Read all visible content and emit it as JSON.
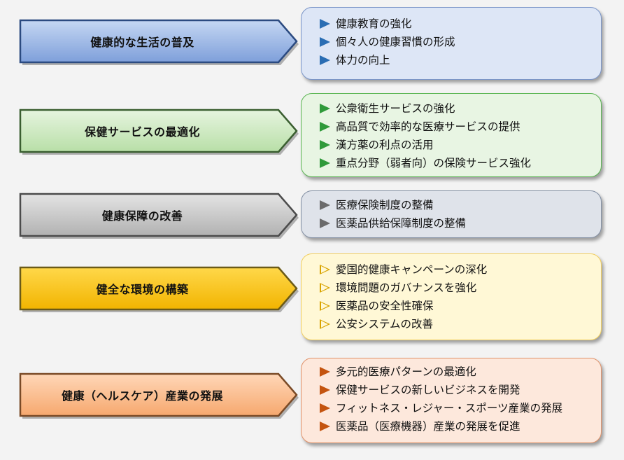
{
  "categories": [
    {
      "label": "健康的な生活の普及",
      "fill_top": "#c5d7f3",
      "fill_bottom": "#7e9fda",
      "stroke": "#2b4a80",
      "box_fill": "#dde6f6",
      "box_border": "#7a95c8",
      "bullet": "#2a6db3",
      "bullet_style": "solid",
      "items": [
        "健康教育の強化",
        "個々人の健康習慣の形成",
        "体力の向上"
      ]
    },
    {
      "label": "保健サービスの最適化",
      "fill_top": "#e6f4df",
      "fill_bottom": "#b8dfa7",
      "stroke": "#3a5e30",
      "box_fill": "#e8f5e3",
      "box_border": "#5ab552",
      "bullet": "#2f9a3a",
      "bullet_style": "solid",
      "items": [
        "公衆衛生サービスの強化",
        "高品質で効率的な医療サービスの提供",
        "漢方薬の利点の活用",
        "重点分野（弱者向）の保険サービス強化"
      ]
    },
    {
      "label": "健康保障の改善",
      "fill_top": "#e4e4e4",
      "fill_bottom": "#b1b1b1",
      "stroke": "#4b4b4b",
      "box_fill": "#dfe3ea",
      "box_border": "#8390a4",
      "bullet": "#6b6b6b",
      "bullet_style": "solid",
      "items": [
        "医療保険制度の整備",
        "医薬品供給保障制度の整備"
      ]
    },
    {
      "label": "健全な環境の構築",
      "fill_top": "#ffd84a",
      "fill_bottom": "#f2b400",
      "stroke": "#6b5a17",
      "box_fill": "#fff8d6",
      "box_border": "#f2cf60",
      "bullet": "#d9a400",
      "bullet_style": "hollow",
      "items": [
        "愛国的健康キャンペーンの深化",
        "環境問題のガバナンスを強化",
        "医薬品の安全性確保",
        "公安システムの改善"
      ]
    },
    {
      "label": "健康（ヘルスケア）産業の発展",
      "fill_top": "#ffd7b8",
      "fill_bottom": "#f6a86e",
      "stroke": "#7a4a26",
      "box_fill": "#fde8dc",
      "box_border": "#e0926a",
      "bullet": "#c4540f",
      "bullet_style": "solid",
      "items": [
        "多元的医療パターンの最適化",
        "保健サービスの新しいビジネスを開発",
        "フィットネス・レジャー・スポーツ産業の発展",
        "医薬品（医療機器）産業の発展を促進"
      ]
    }
  ]
}
